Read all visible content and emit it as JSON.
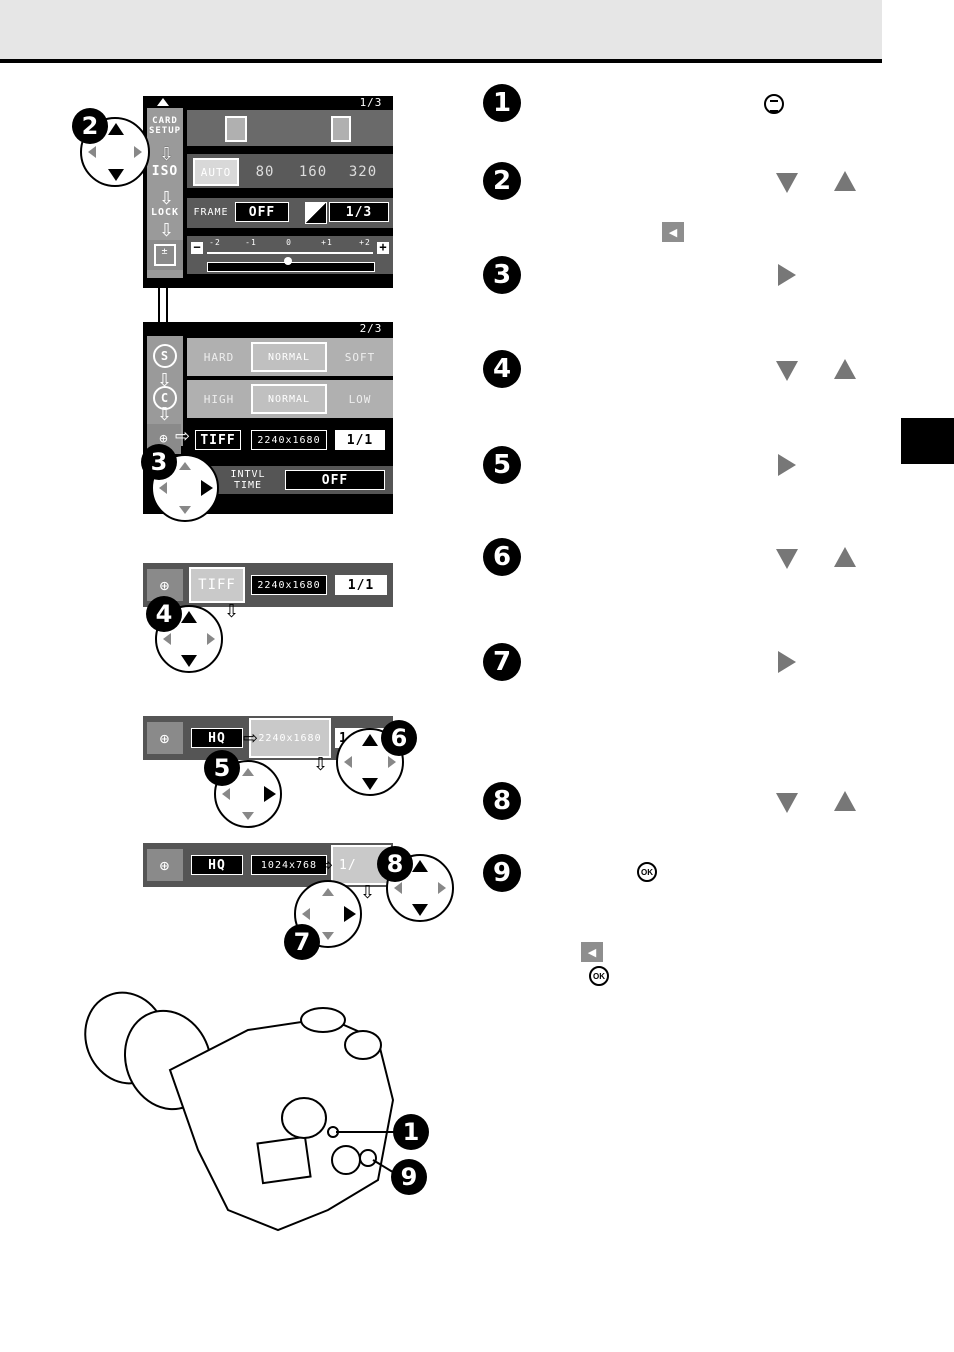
{
  "screen1": {
    "page": "1/3",
    "card_setup": "CARD SETUP",
    "iso_label": "ISO",
    "iso_options": [
      "AUTO",
      "80",
      "160",
      "320"
    ],
    "lock_label": "LOCK",
    "frame_label": "FRAME",
    "frame_value": "OFF",
    "ev_value": "1/3",
    "scale": [
      "-2",
      "-1",
      "0",
      "+1",
      "+2"
    ]
  },
  "screen2": {
    "page": "2/3",
    "sharpness": [
      "HARD",
      "NORMAL",
      "SOFT"
    ],
    "contrast": [
      "HIGH",
      "NORMAL",
      "LOW"
    ],
    "format": "TIFF",
    "resolution": "2240x1680",
    "compression": "1/1",
    "interval_label": "INTVL TIME",
    "interval_value": "OFF"
  },
  "strip1": {
    "format": "TIFF",
    "resolution": "2240x1680",
    "compression": "1/1"
  },
  "strip2": {
    "format": "HQ",
    "resolution": "2240x1680",
    "compression": "1/"
  },
  "strip3": {
    "format": "HQ",
    "resolution": "1024x768",
    "compression": "1/"
  },
  "figure_numbers": [
    "2",
    "3",
    "4",
    "5",
    "6",
    "7",
    "8",
    "1",
    "9"
  ],
  "steps": [
    "1",
    "2",
    "3",
    "4",
    "5",
    "6",
    "7",
    "8",
    "9"
  ],
  "icons": {
    "ok": "OK",
    "back": "◀"
  }
}
